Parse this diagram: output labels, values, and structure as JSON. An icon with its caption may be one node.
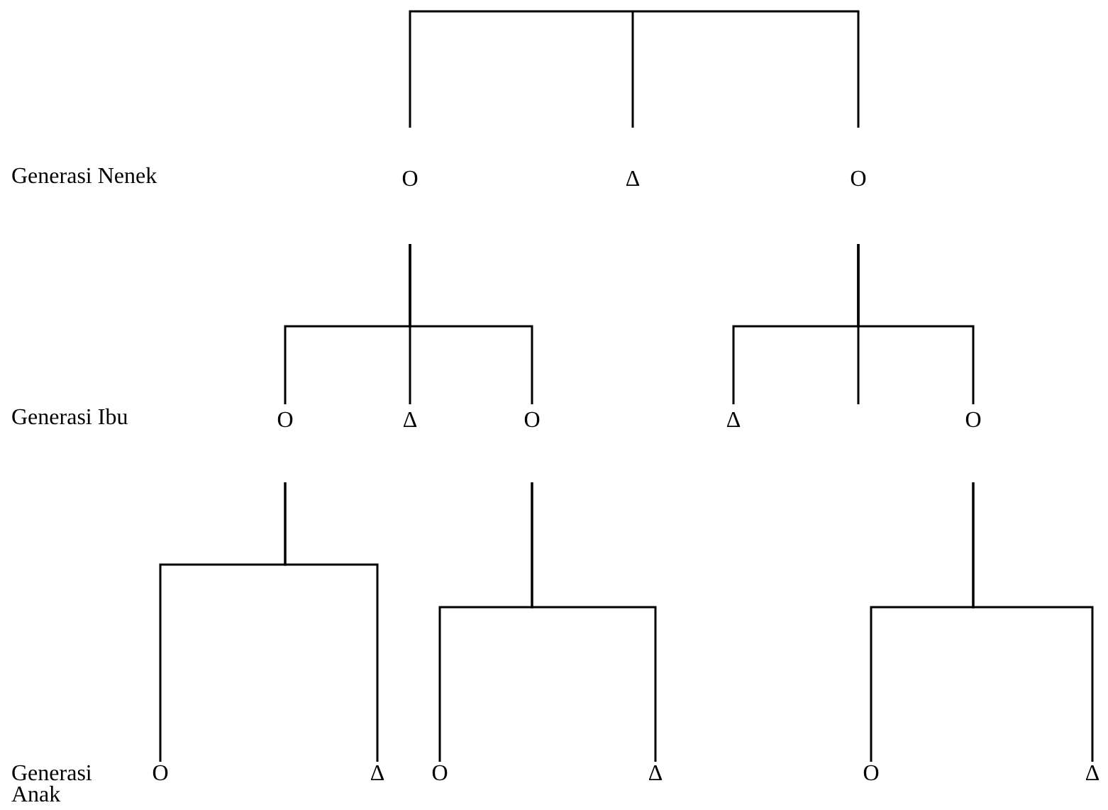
{
  "diagram": {
    "nodes": [
      {
        "text": [
          "O"
        ]
      },
      {
        "text": [
          "Δ"
        ]
      },
      {
        "text": [
          "O"
        ]
      },
      {
        "text": [
          "O"
        ]
      },
      {
        "text": [
          "Δ"
        ]
      },
      {
        "text": [
          "O"
        ]
      },
      {
        "text": [
          "Δ"
        ]
      },
      {
        "text": [
          "O"
        ]
      },
      {
        "text": [
          "O"
        ]
      },
      {
        "text": [
          "Δ"
        ]
      },
      {
        "text": [
          "O"
        ]
      },
      {
        "text": [
          "Δ"
        ]
      },
      {
        "text": [
          "O"
        ]
      },
      {
        "text": [
          "Δ"
        ]
      }
    ],
    "edges": [
      {
        "from": null,
        "to": 0,
        "arrow": "none"
      },
      {
        "from": null,
        "to": 1,
        "arrow": "none"
      },
      {
        "from": null,
        "to": 2,
        "arrow": "none"
      },
      {
        "from": 0,
        "to": 3,
        "arrow": "none"
      },
      {
        "from": 0,
        "to": 4,
        "arrow": "none"
      },
      {
        "from": 0,
        "to": 5,
        "arrow": "none"
      },
      {
        "from": 2,
        "to": 6,
        "arrow": "none"
      },
      {
        "from": 2,
        "to": null,
        "arrow": "none"
      },
      {
        "from": 2,
        "to": 7,
        "arrow": "none"
      },
      {
        "from": 3,
        "to": 8,
        "arrow": "none"
      },
      {
        "from": 3,
        "to": 9,
        "arrow": "none"
      },
      {
        "from": 5,
        "to": 10,
        "arrow": "none"
      },
      {
        "from": 5,
        "to": 11,
        "arrow": "none"
      },
      {
        "from": 7,
        "to": 12,
        "arrow": "none"
      },
      {
        "from": 7,
        "to": 13,
        "arrow": "none"
      }
    ],
    "labels": [
      "Generasi Nenek",
      "Generasi Ibu",
      "Generasi Anak"
    ]
  }
}
